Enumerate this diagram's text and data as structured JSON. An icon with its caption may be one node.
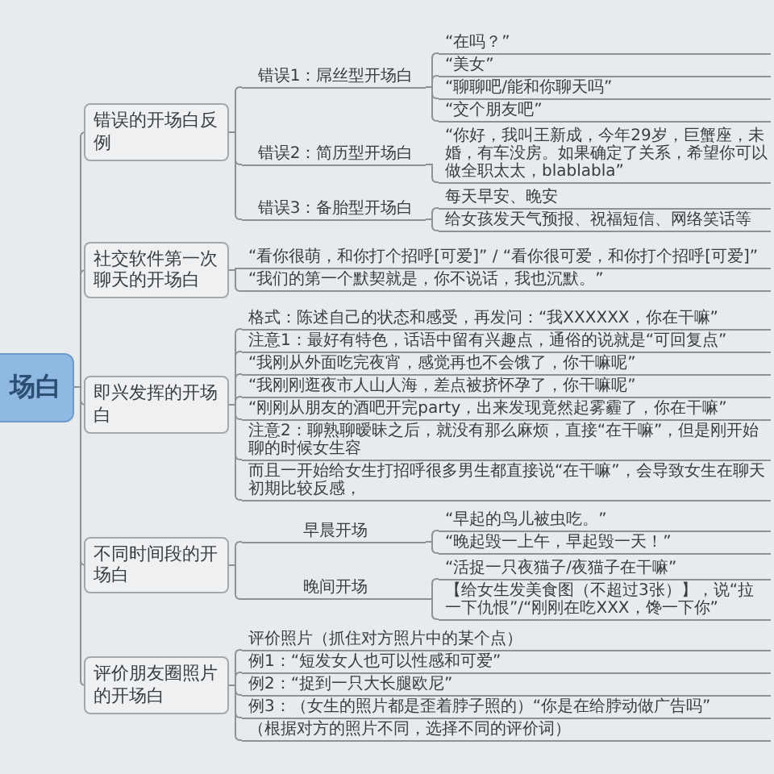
{
  "diagram": {
    "nodes": [
      {
        "text": [
          "场白"
        ]
      },
      {
        "text": [
          "错误的开场白反例"
        ]
      },
      {
        "text": [
          "错误1：屌丝型开场白"
        ]
      },
      {
        "text": [
          "“在吗？”"
        ]
      },
      {
        "text": [
          "“美女”"
        ]
      },
      {
        "text": [
          "“聊聊吧/能和你聊天吗”"
        ]
      },
      {
        "text": [
          "“交个朋友吧”"
        ]
      },
      {
        "text": [
          "错误2：简历型开场白"
        ]
      },
      {
        "text": [
          "“你好，我叫王新成，今年29岁，巨蟹座，未婚，有车没房。如果确定了关系，希望你可以做全职太太，blablabla”"
        ]
      },
      {
        "text": [
          "错误3：备胎型开场白"
        ]
      },
      {
        "text": [
          "每天早安、晚安"
        ]
      },
      {
        "text": [
          "给女孩发天气预报、祝福短信、网络笑话等"
        ]
      },
      {
        "text": [
          "社交软件第一次聊天的开场白"
        ]
      },
      {
        "text": [
          "“看你很萌，和你打个招呼[可爱]” / “看你很可爱，和你打个招呼[可爱]”"
        ]
      },
      {
        "text": [
          "“我们的第一个默契就是，你不说话，我也沉默。”"
        ]
      },
      {
        "text": [
          "即兴发挥的开场白"
        ]
      },
      {
        "text": [
          "格式：陈述自己的状态和感受，再发问：“我XXXXXX，你在干嘛”"
        ]
      },
      {
        "text": [
          "注意1：最好有特色，话语中留有兴趣点，通俗的说就是“可回复点”"
        ]
      },
      {
        "text": [
          "“我刚从外面吃完夜宵，感觉再也不会饿了，你干嘛呢”"
        ]
      },
      {
        "text": [
          "“我刚刚逛夜市人山人海，差点被挤怀孕了，你干嘛呢”"
        ]
      },
      {
        "text": [
          "“刚刚从朋友的酒吧开完party，出来发现竟然起雾霾了，你在干嘛”"
        ]
      },
      {
        "text": [
          "注意2：聊熟聊暧昧之后，就没有那么麻烦，直接“在干嘛”，但是刚开始聊的时候女生容"
        ]
      },
      {
        "text": [
          "而且一开始给女生打招呼很多男生都直接说“在干嘛”，会导致女生在聊天初期比较反感，"
        ]
      },
      {
        "text": [
          "不同时间段的开场白"
        ]
      },
      {
        "text": [
          "早晨开场"
        ]
      },
      {
        "text": [
          "“早起的鸟儿被虫吃。”"
        ]
      },
      {
        "text": [
          "“晚起毁一上午，早起毁一天！”"
        ]
      },
      {
        "text": [
          "晚间开场"
        ]
      },
      {
        "text": [
          "“活捉一只夜猫子/夜猫子在干嘛”"
        ]
      },
      {
        "text": [
          "【给女生发美食图（不超过3张）】，说“拉一下仇恨”/“刚刚在吃XXX，馋一下你”"
        ]
      },
      {
        "text": [
          "评价朋友圈照片的开场白"
        ]
      },
      {
        "text": [
          "评价照片（抓住对方照片中的某个点）"
        ]
      },
      {
        "text": [
          "例1：“短发女人也可以性感和可爱”"
        ]
      },
      {
        "text": [
          "例2：“捉到一只大长腿欧尼”"
        ]
      },
      {
        "text": [
          "例3：（女生的照片都是歪着脖子照的）“你是在给脖动做广告吗”"
        ]
      },
      {
        "text": [
          "（根据对方的照片不同，选择不同的评价词）"
        ]
      }
    ],
    "edges": [
      {
        "from": 0,
        "to": 1,
        "arrow": "none"
      },
      {
        "from": 1,
        "to": 2,
        "arrow": "none"
      },
      {
        "from": 2,
        "to": 3,
        "arrow": "none"
      },
      {
        "from": 2,
        "to": 4,
        "arrow": "none"
      },
      {
        "from": 2,
        "to": 5,
        "arrow": "none"
      },
      {
        "from": 2,
        "to": 6,
        "arrow": "none"
      },
      {
        "from": 1,
        "to": 7,
        "arrow": "none"
      },
      {
        "from": 7,
        "to": 8,
        "arrow": "none"
      },
      {
        "from": 1,
        "to": 9,
        "arrow": "none"
      },
      {
        "from": 9,
        "to": 10,
        "arrow": "none"
      },
      {
        "from": 9,
        "to": 11,
        "arrow": "none"
      },
      {
        "from": 0,
        "to": 12,
        "arrow": "none"
      },
      {
        "from": 12,
        "to": 13,
        "arrow": "none"
      },
      {
        "from": 12,
        "to": 14,
        "arrow": "none"
      },
      {
        "from": 0,
        "to": 15,
        "arrow": "none"
      },
      {
        "from": 15,
        "to": 16,
        "arrow": "none"
      },
      {
        "from": 15,
        "to": 17,
        "arrow": "none"
      },
      {
        "from": 15,
        "to": 18,
        "arrow": "none"
      },
      {
        "from": 15,
        "to": 19,
        "arrow": "none"
      },
      {
        "from": 15,
        "to": 20,
        "arrow": "none"
      },
      {
        "from": 15,
        "to": 21,
        "arrow": "none"
      },
      {
        "from": 15,
        "to": 22,
        "arrow": "none"
      },
      {
        "from": 0,
        "to": 23,
        "arrow": "none"
      },
      {
        "from": 23,
        "to": 24,
        "arrow": "none"
      },
      {
        "from": 24,
        "to": 25,
        "arrow": "none"
      },
      {
        "from": 24,
        "to": 26,
        "arrow": "none"
      },
      {
        "from": 23,
        "to": 27,
        "arrow": "none"
      },
      {
        "from": 27,
        "to": 28,
        "arrow": "none"
      },
      {
        "from": 27,
        "to": 29,
        "arrow": "none"
      },
      {
        "from": 0,
        "to": 30,
        "arrow": "none"
      },
      {
        "from": 30,
        "to": 31,
        "arrow": "none"
      },
      {
        "from": 30,
        "to": 32,
        "arrow": "none"
      },
      {
        "from": 30,
        "to": 33,
        "arrow": "none"
      },
      {
        "from": 30,
        "to": 34,
        "arrow": "none"
      },
      {
        "from": 30,
        "to": 35,
        "arrow": "none"
      }
    ]
  }
}
